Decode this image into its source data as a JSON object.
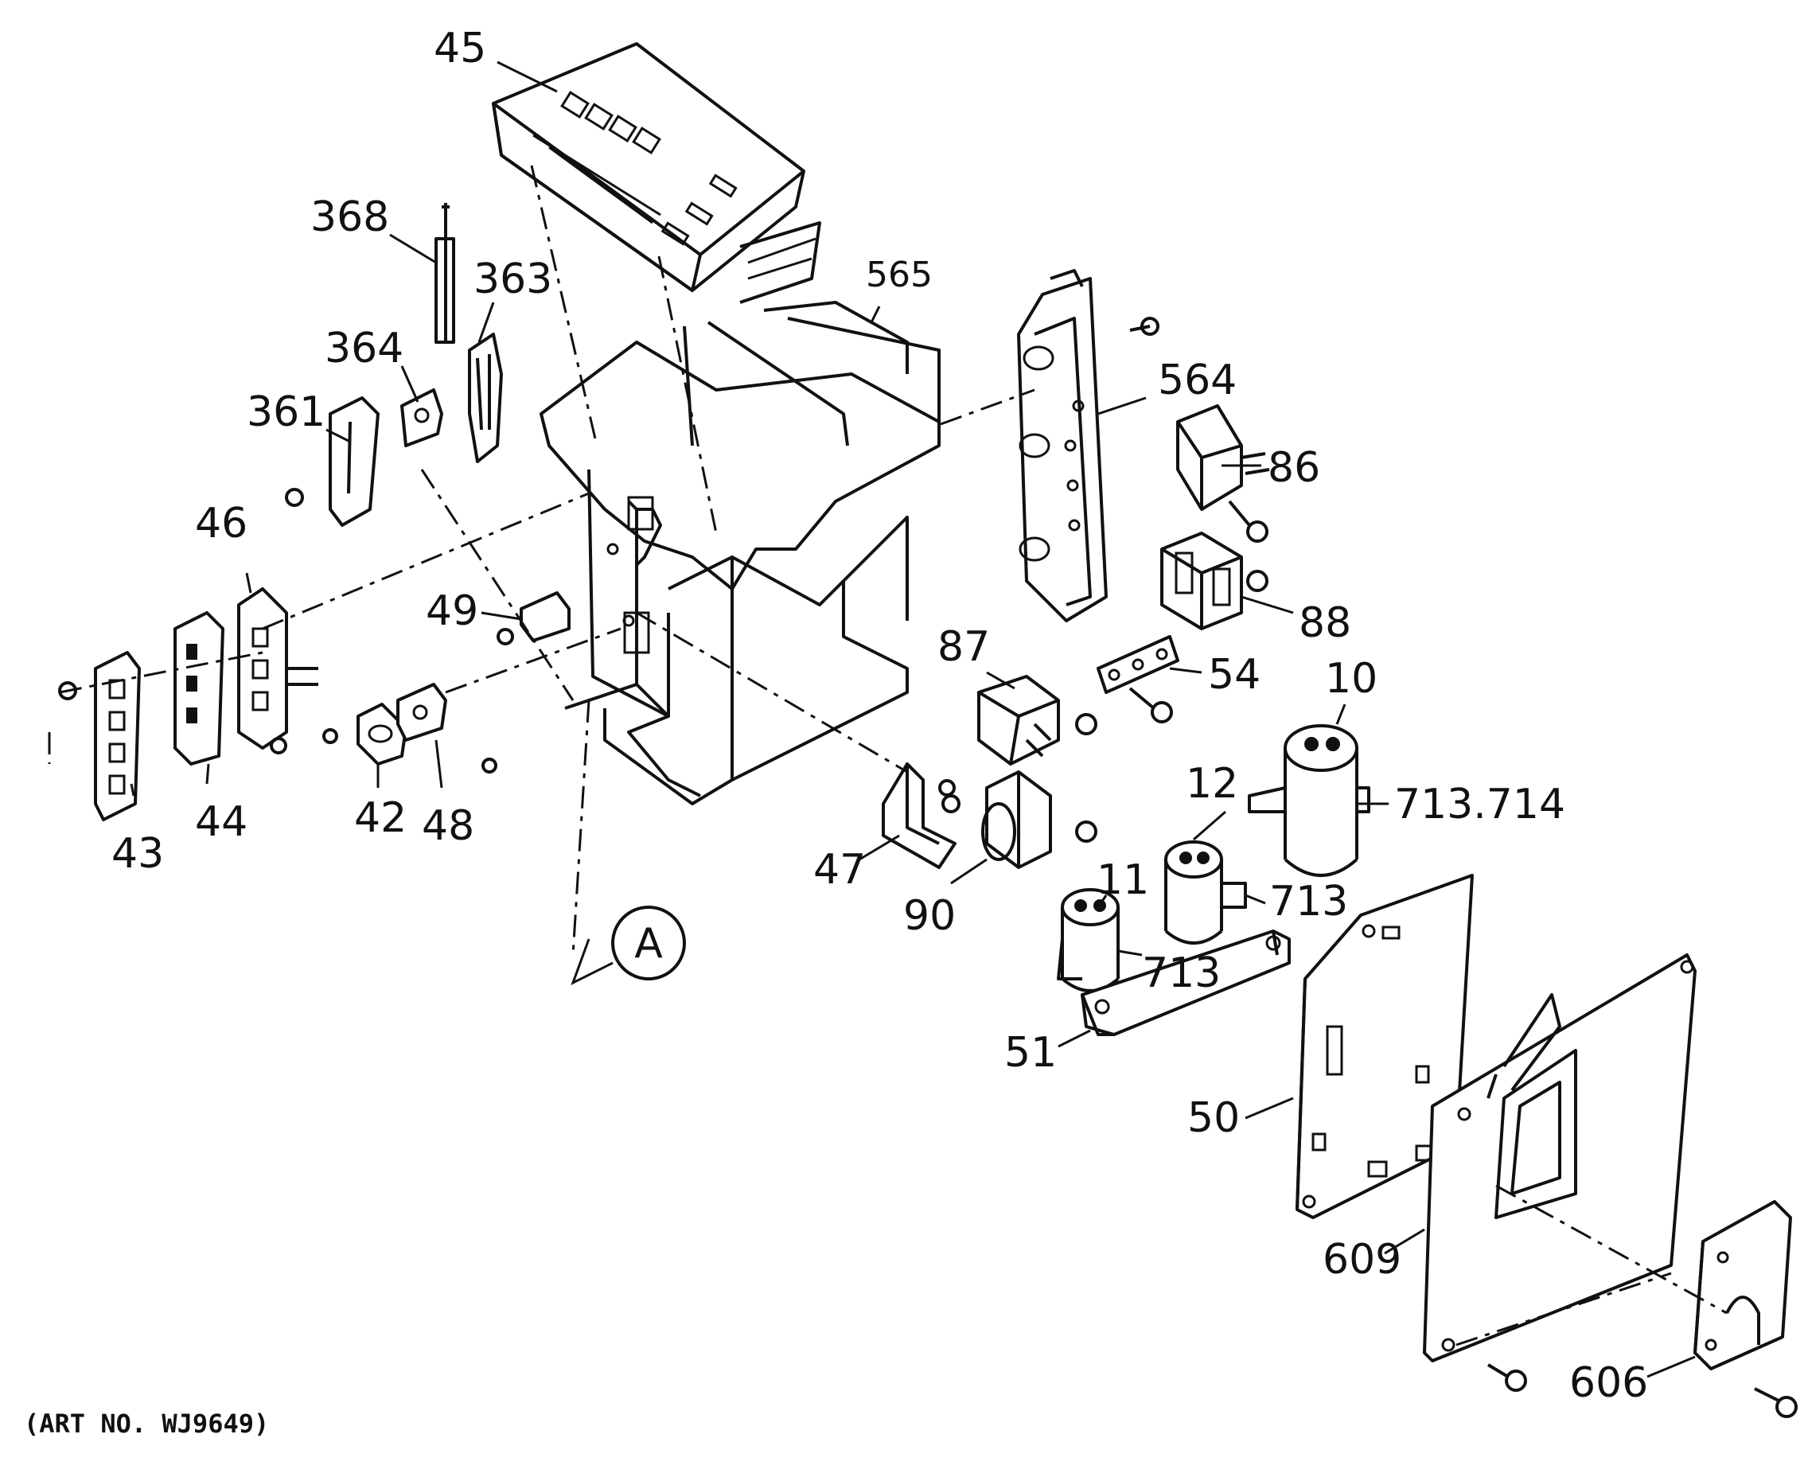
{
  "art_number": "(ART NO. WJ9649)",
  "detail_marker": "A",
  "labels": {
    "p45": "45",
    "p368": "368",
    "p363": "363",
    "p364": "364",
    "p361": "361",
    "p565": "565",
    "p564": "564",
    "p86": "86",
    "p46": "46",
    "p49": "49",
    "p88": "88",
    "p87": "87",
    "p54": "54",
    "p10": "10",
    "p12": "12",
    "p713_714": "713.714",
    "p43": "43",
    "p44": "44",
    "p42": "42",
    "p48": "48",
    "p47": "47",
    "p90": "90",
    "p11": "11",
    "p713a": "713",
    "p713b": "713",
    "p51": "51",
    "p50": "50",
    "p609": "609",
    "p606": "606"
  }
}
